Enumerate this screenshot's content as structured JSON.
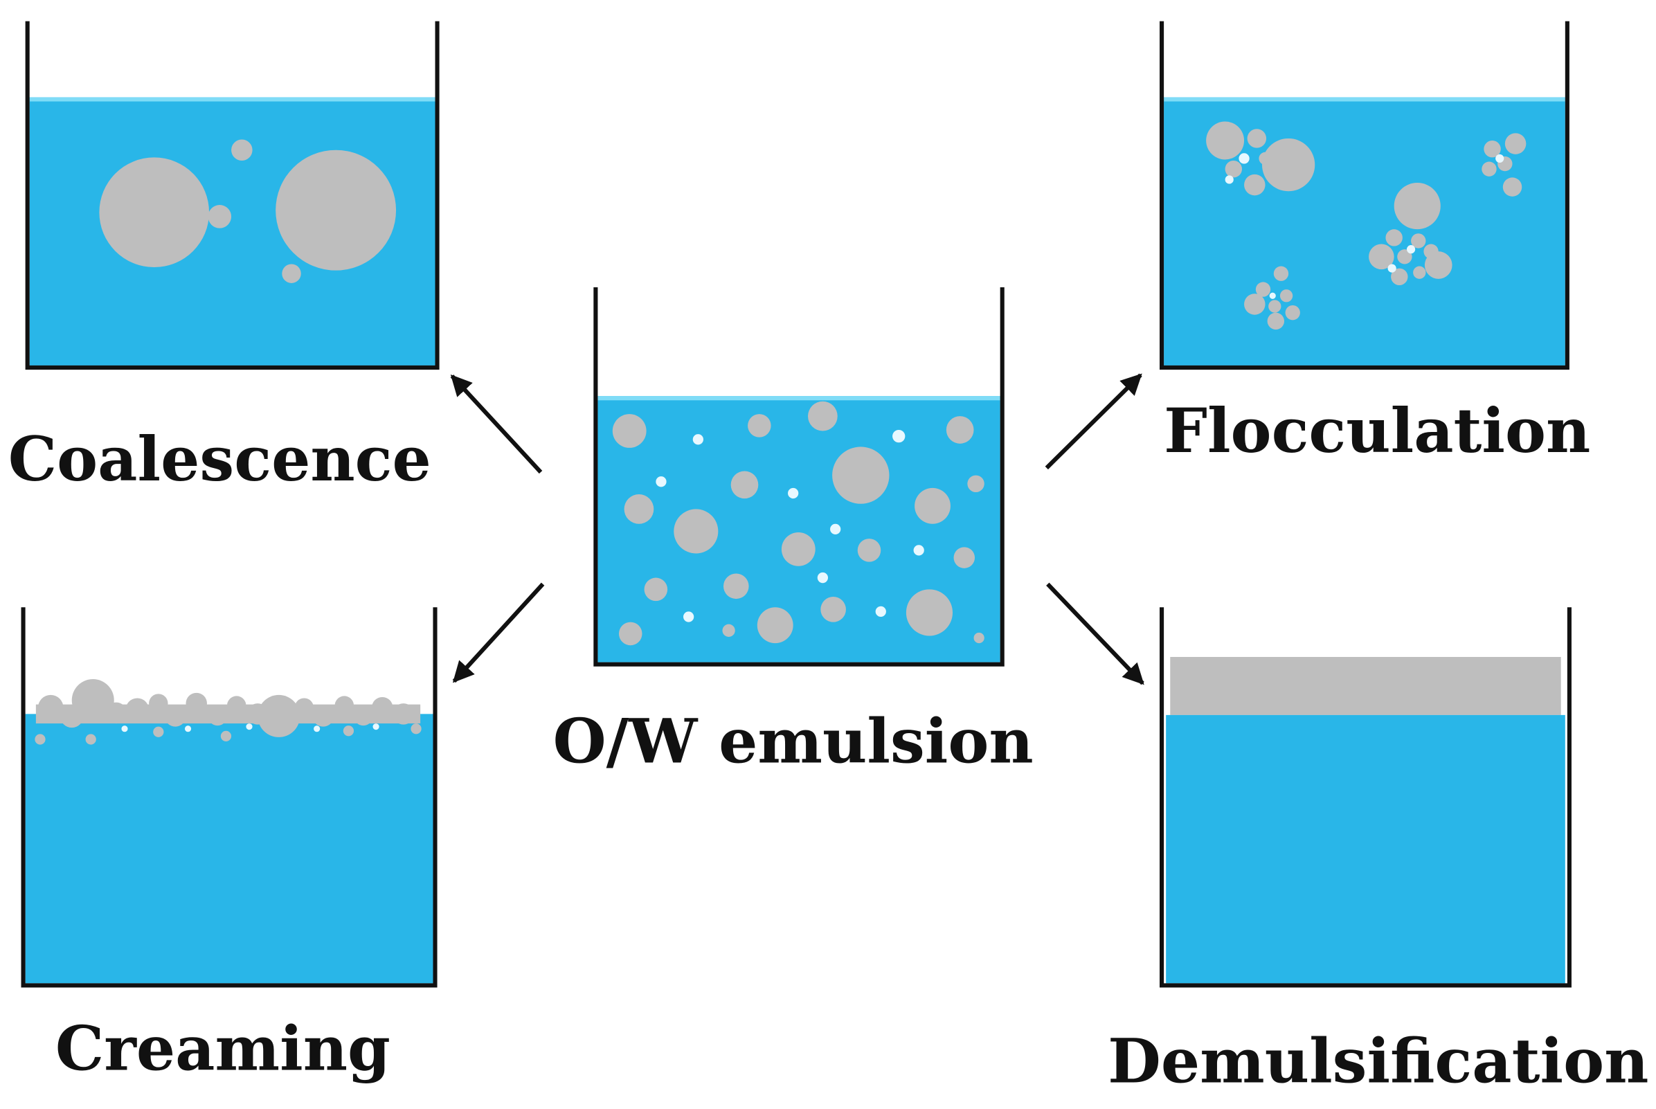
{
  "labels": {
    "center": "O/W emulsion",
    "top_left": "Coalescence",
    "bottom_left": "Creaming",
    "top_right": "Flocculation",
    "bottom_right": "Demulsification"
  },
  "colors": {
    "water": "#29b6e8",
    "water_edge": "#7fdcf7",
    "oil": "#bebebe",
    "container": "#111111",
    "arrow": "#111111",
    "background": "#ffffff"
  }
}
